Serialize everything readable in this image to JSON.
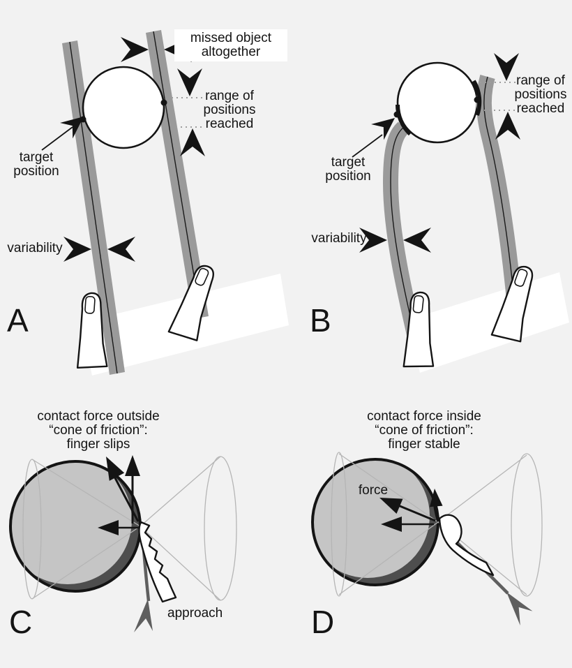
{
  "colors": {
    "background": "#f2f2f2",
    "stripe": "#9a9a9a",
    "trajectory": "#1a1a1a",
    "object_fill": "#ffffff",
    "ink": "#141414",
    "sphere": "#c5c5c5",
    "sphere_shadow": "#4e4e4e",
    "cone": "#b5b5b5",
    "approach": "#5f5f5f",
    "dotted": "#9e9e9e",
    "label_bg": "#ffffff"
  },
  "panel_a": {
    "letter": "A",
    "labels": {
      "missed": "missed object\naltogether",
      "range": "range of\npositions\nreached",
      "target": "target\nposition",
      "variability": "variability"
    }
  },
  "panel_b": {
    "letter": "B",
    "labels": {
      "range": "range of\npositions\nreached",
      "target": "target\nposition",
      "variability": "variability"
    }
  },
  "panel_c": {
    "letter": "C",
    "title": "contact force outside\n“cone of friction”:\nfinger slips",
    "labels": {
      "approach": "approach"
    }
  },
  "panel_d": {
    "letter": "D",
    "title": "contact force inside\n“cone of friction”:\nfinger stable",
    "labels": {
      "force": "force"
    }
  }
}
